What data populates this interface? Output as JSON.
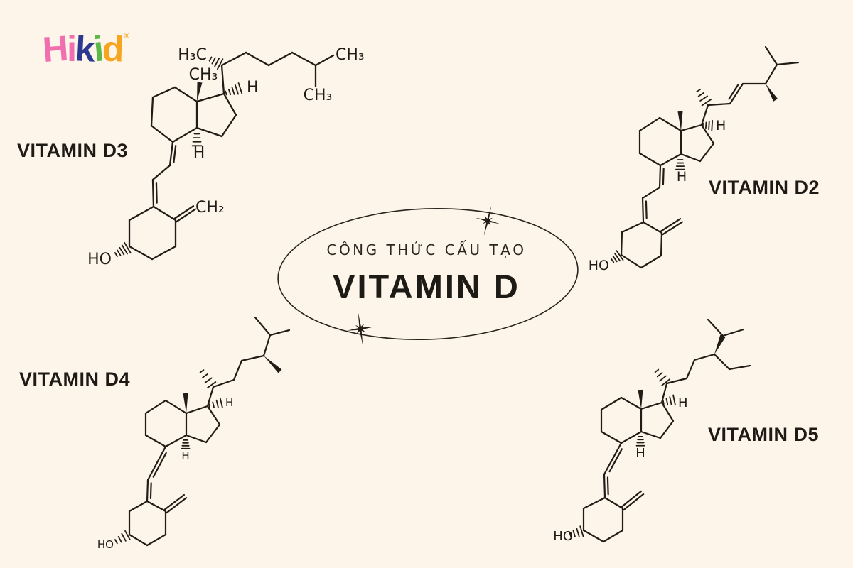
{
  "colors": {
    "background": "#FDF5EA",
    "ink": "#211C16",
    "logo_pink": "#F06FAF",
    "logo_navy": "#2B3990",
    "logo_green": "#5CB947",
    "logo_orange": "#F7A41F"
  },
  "logo": {
    "letters": [
      {
        "char": "H",
        "color": "logo_pink"
      },
      {
        "char": "i",
        "color": "logo_pink"
      },
      {
        "char": "k",
        "color": "logo_navy"
      },
      {
        "char": "i",
        "color": "logo_green"
      },
      {
        "char": "d",
        "color": "logo_orange"
      }
    ],
    "registered_mark": "®"
  },
  "center": {
    "subtitle": "CÔNG THỨC CẤU TẠO",
    "title": "VITAMIN D"
  },
  "molecules": {
    "d3": {
      "label": "VITAMIN D3",
      "atom_labels": [
        "CH₃",
        "H₃C",
        "CH₃",
        "CH₃",
        "H",
        "H",
        "CH₂",
        "HO"
      ]
    },
    "d2": {
      "label": "VITAMIN D2",
      "atom_labels": [
        "H",
        "H",
        "HO"
      ]
    },
    "d4": {
      "label": "VITAMIN D4",
      "atom_labels": [
        "H",
        "H",
        "HO"
      ]
    },
    "d5": {
      "label": "VITAMIN D5",
      "atom_labels": [
        "H",
        "H",
        "HO"
      ]
    }
  }
}
